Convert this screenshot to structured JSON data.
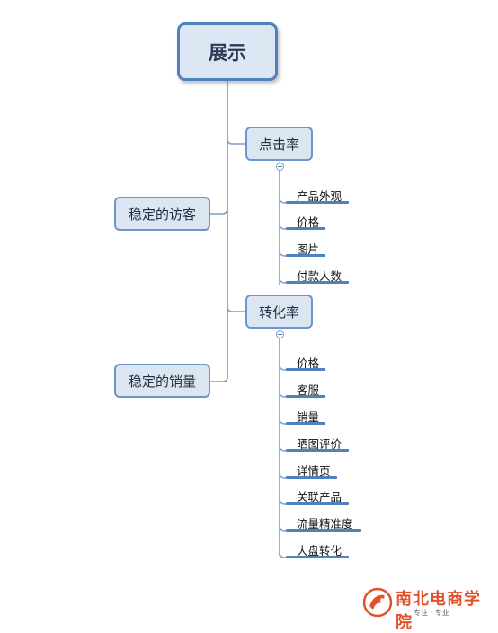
{
  "root": {
    "label": "展示"
  },
  "left_nodes": [
    {
      "label": "稳定的访客"
    },
    {
      "label": "稳定的销量"
    }
  ],
  "branches": [
    {
      "label": "点击率",
      "items": [
        "产品外观",
        "价格",
        "图片",
        "付款人数"
      ]
    },
    {
      "label": "转化率",
      "items": [
        "价格",
        "客服",
        "销量",
        "晒图评价",
        "详情页",
        "关联产品",
        "流量精准度",
        "大盘转化"
      ]
    }
  ],
  "watermark": {
    "title": "南北电商学院",
    "subtitle": "专注 · 专业",
    "icon": "phoenix-logo-icon",
    "color": "#e2522a"
  },
  "colors": {
    "node_fill": "#dce6f2",
    "node_border": "#6d95c9",
    "connector": "#7e9ccb",
    "underline": "#4f81bd"
  }
}
